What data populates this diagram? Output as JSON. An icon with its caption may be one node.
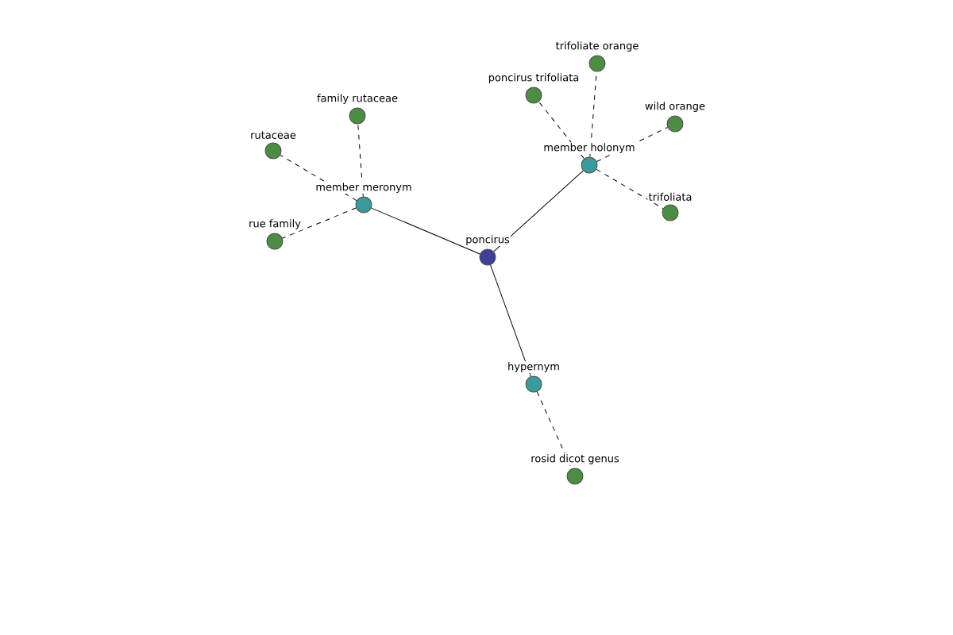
{
  "diagram": {
    "nodes": [
      {
        "text": [
          "poncirus"
        ]
      },
      {
        "text": [
          "member meronym"
        ]
      },
      {
        "text": [
          "member holonym"
        ]
      },
      {
        "text": [
          "hypernym"
        ]
      },
      {
        "text": [
          "rutaceae"
        ]
      },
      {
        "text": [
          "family rutaceae"
        ]
      },
      {
        "text": [
          "rue family"
        ]
      },
      {
        "text": [
          "poncirus trifoliata"
        ]
      },
      {
        "text": [
          "trifoliate orange"
        ]
      },
      {
        "text": [
          "wild orange"
        ]
      },
      {
        "text": [
          "trifoliata"
        ]
      },
      {
        "text": [
          "rosid dicot genus"
        ]
      }
    ],
    "edges": [
      {
        "from": 0,
        "to": 1,
        "arrow": "none"
      },
      {
        "from": 0,
        "to": 2,
        "arrow": "none"
      },
      {
        "from": 0,
        "to": 3,
        "arrow": "none"
      },
      {
        "from": 1,
        "to": 4,
        "arrow": "none",
        "style": "dashed"
      },
      {
        "from": 1,
        "to": 5,
        "arrow": "none",
        "style": "dashed"
      },
      {
        "from": 1,
        "to": 6,
        "arrow": "none",
        "style": "dashed"
      },
      {
        "from": 2,
        "to": 7,
        "arrow": "none",
        "style": "dashed"
      },
      {
        "from": 2,
        "to": 8,
        "arrow": "none",
        "style": "dashed"
      },
      {
        "from": 2,
        "to": 9,
        "arrow": "none",
        "style": "dashed"
      },
      {
        "from": 2,
        "to": 10,
        "arrow": "none",
        "style": "dashed"
      },
      {
        "from": 3,
        "to": 11,
        "arrow": "none",
        "style": "dashed"
      }
    ]
  }
}
